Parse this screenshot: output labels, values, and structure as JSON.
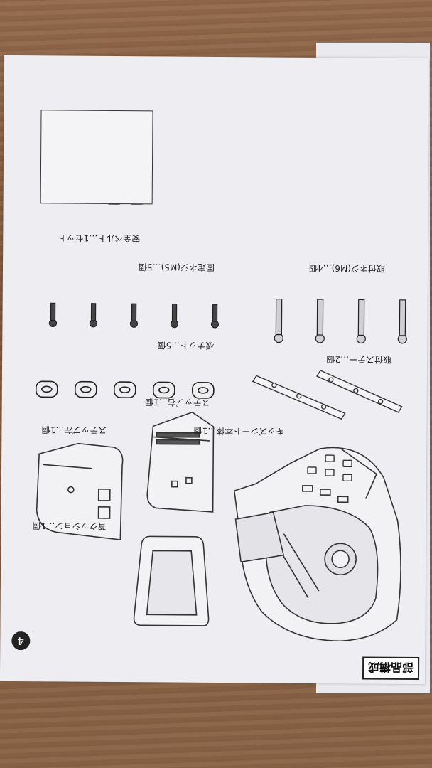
{
  "page": {
    "number": "4",
    "section_title": "部品構成"
  },
  "parts": [
    {
      "id": "kids-seat-body",
      "label": "キッズシート本体…1個"
    },
    {
      "id": "back-cushion",
      "label": "背クッション…1個"
    },
    {
      "id": "step-left",
      "label": "ステップ左…1個"
    },
    {
      "id": "step-right",
      "label": "ステップ右…1個"
    },
    {
      "id": "mount-stay",
      "label": "取付ステー…2個"
    },
    {
      "id": "square-nut",
      "label": "板ナット…5個"
    },
    {
      "id": "mount-screw-m6",
      "label": "取付ネジ(M6)…4個"
    },
    {
      "id": "fixing-screw-m5",
      "label": "固定ネジ(M5)…5個"
    },
    {
      "id": "safety-belt",
      "label": "安全ベルト…1セット"
    }
  ]
}
